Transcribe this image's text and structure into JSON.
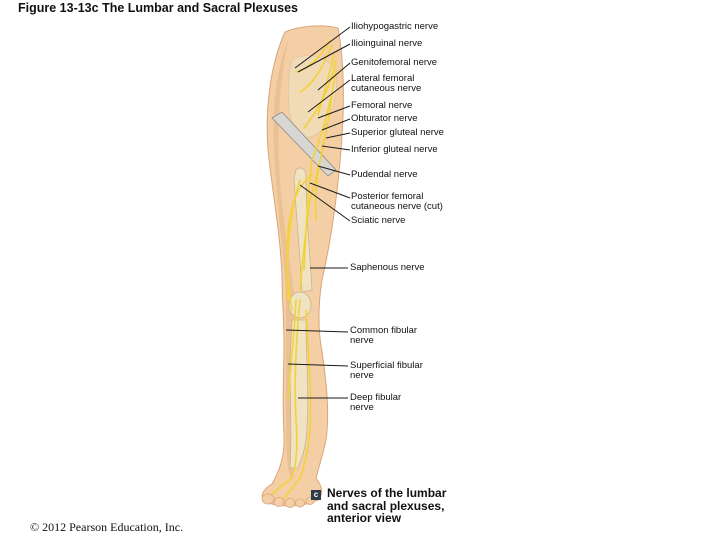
{
  "figure": {
    "title": "Figure 13-13c  The Lumbar and Sacral Plexuses",
    "badge": "c",
    "caption": "Nerves of the lumbar\nand sacral plexuses,\nanterior view",
    "copyright": "© 2012 Pearson Education, Inc."
  },
  "labels": [
    {
      "id": "iliohypogastric",
      "text": "Iliohypogastric nerve"
    },
    {
      "id": "ilioinguinal",
      "text": "Ilioinguinal nerve"
    },
    {
      "id": "genitofemoral",
      "text": "Genitofemoral nerve"
    },
    {
      "id": "lateral-femoral-cutaneous",
      "text": "Lateral femoral\ncutaneous nerve"
    },
    {
      "id": "femoral",
      "text": "Femoral nerve"
    },
    {
      "id": "obturator",
      "text": "Obturator nerve"
    },
    {
      "id": "superior-gluteal",
      "text": "Superior gluteal nerve"
    },
    {
      "id": "inferior-gluteal",
      "text": "Inferior gluteal nerve"
    },
    {
      "id": "pudendal",
      "text": "Pudendal nerve"
    },
    {
      "id": "posterior-femoral-cutaneous",
      "text": "Posterior femoral\ncutaneous nerve (cut)"
    },
    {
      "id": "sciatic",
      "text": "Sciatic nerve"
    },
    {
      "id": "saphenous",
      "text": "Saphenous nerve"
    },
    {
      "id": "common-fibular",
      "text": "Common fibular\nnerve"
    },
    {
      "id": "superficial-fibular",
      "text": "Superficial fibular\nnerve"
    },
    {
      "id": "deep-fibular",
      "text": "Deep fibular\nnerve"
    }
  ],
  "colors": {
    "skin": "#f4cfa6",
    "skin_shadow": "#e6b487",
    "bone": "#efe3c4",
    "nerve": "#f2d23a",
    "leader": "#1a1a1a",
    "badge": "#2f3c4a"
  }
}
